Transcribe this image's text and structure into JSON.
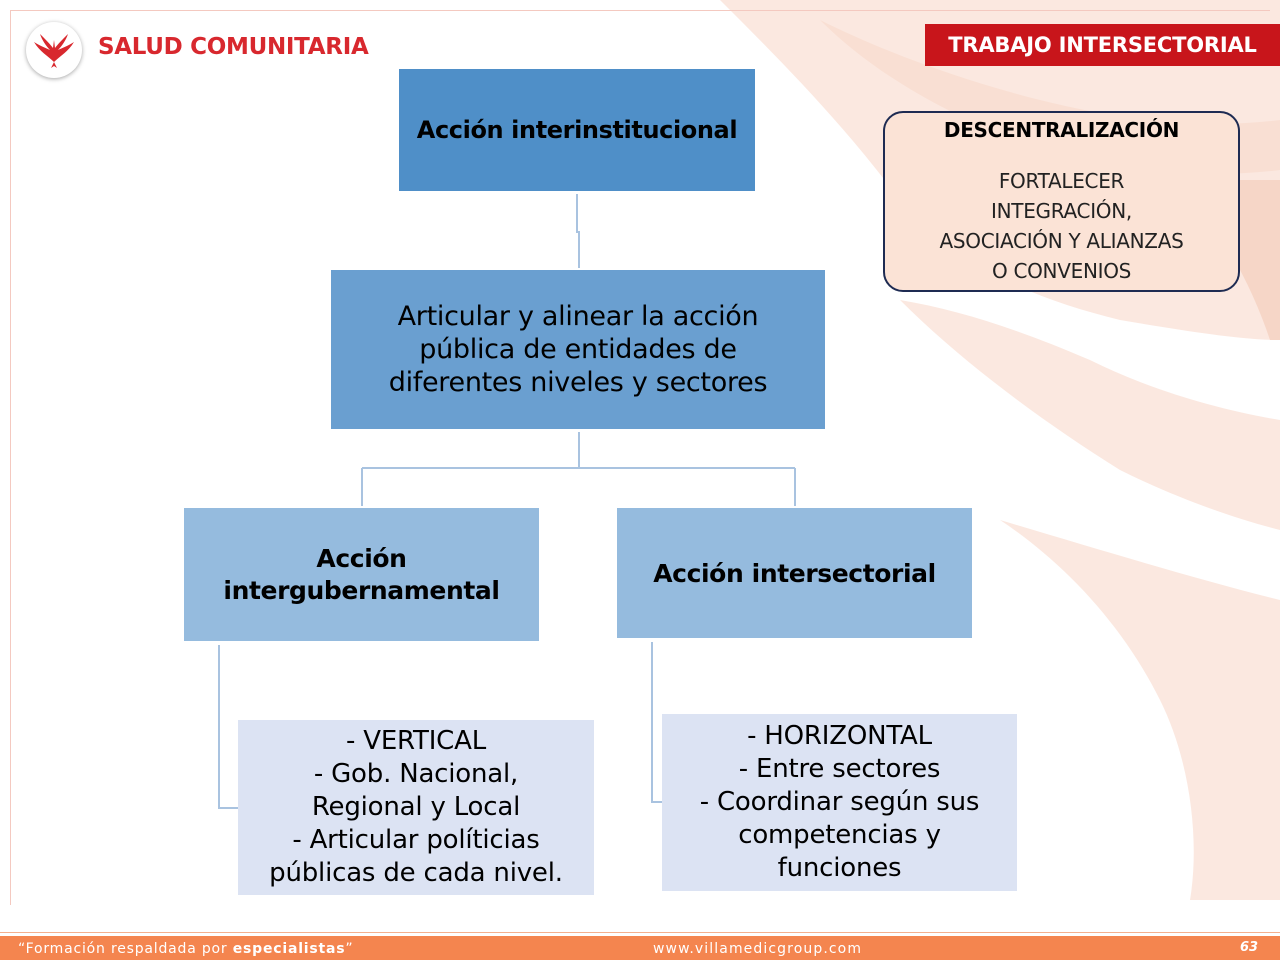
{
  "header": {
    "brand": "SALUD COMUNITARIA",
    "tag": "TRABAJO INTERSECTORIAL"
  },
  "diagram": {
    "top_node": "Acción interinstitucional",
    "middle_node": [
      "Articular y alinear la acción",
      "pública de entidades de",
      "diferentes niveles y sectores"
    ],
    "left_node": [
      "Acción",
      "intergubernamental"
    ],
    "right_node": "Acción intersectorial",
    "left_detail": [
      "- VERTICAL",
      "- Gob. Nacional,",
      "Regional y Local",
      "- Articular políticias",
      "públicas de cada nivel."
    ],
    "right_detail": [
      "- HORIZONTAL",
      "- Entre sectores",
      "- Coordinar según sus",
      "competencias y",
      "funciones"
    ]
  },
  "side_box": {
    "title": "DESCENTRALIZACIÓN",
    "lines": [
      "FORTALECER",
      "INTEGRACIÓN,",
      "ASOCIACIÓN Y ALIANZAS",
      "O CONVENIOS"
    ]
  },
  "footer": {
    "quote_open": "“Formación respaldada por ",
    "quote_bold": "especialistas",
    "quote_close": "”",
    "website": "www.villamedicgroup.com",
    "page": "63"
  },
  "colors": {
    "brand_red": "#d8282e",
    "tag_red": "#c8151b",
    "footer_orange": "#f4854f",
    "node_dark": "#4f8fc8",
    "node_mid": "#6a9fd0",
    "node_light": "#95bbde",
    "node_pale": "#dce3f3",
    "side_fill": "#fbe3d6"
  }
}
